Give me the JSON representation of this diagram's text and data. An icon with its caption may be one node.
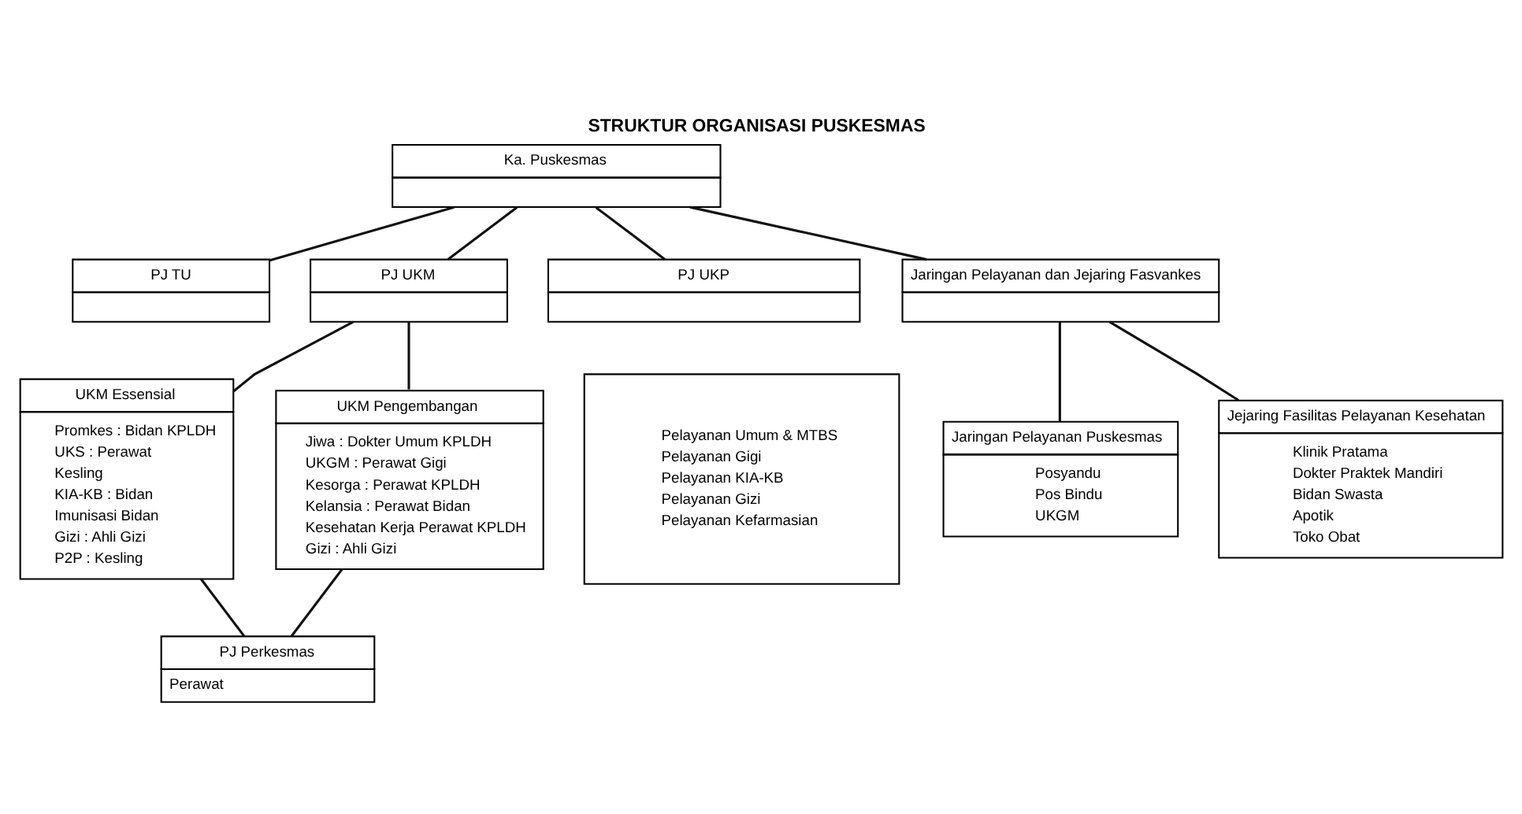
{
  "diagram": {
    "title": "STRUKTUR ORGANISASI PUSKESMAS",
    "nodes": [
      {
        "text": [
          "Ka. Puskesmas"
        ]
      },
      {
        "text": [
          "PJ TU"
        ]
      },
      {
        "text": [
          "PJ UKM"
        ]
      },
      {
        "text": [
          "PJ UKP"
        ]
      },
      {
        "text": [
          "Jaringan Pelayanan dan Jejaring Fasvankes"
        ]
      },
      {
        "text": [
          "UKM Essensial",
          "Promkes : Bidan KPLDH",
          "UKS : Perawat",
          "Kesling",
          "KIA-KB : Bidan",
          "Imunisasi Bidan",
          "Gizi : Ahli Gizi",
          "P2P : Kesling"
        ]
      },
      {
        "text": [
          "UKM Pengembangan",
          "Jiwa : Dokter Umum KPLDH",
          "UKGM : Perawat Gigi",
          "Kesorga : Perawat KPLDH",
          "Kelansia : Perawat Bidan",
          "Kesehatan Kerja Perawat KPLDH",
          "Gizi : Ahli Gizi"
        ]
      },
      {
        "text": [
          "Pelayanan Umum & MTBS",
          "Pelayanan Gigi",
          "Pelayanan KIA-KB",
          "Pelayanan Gizi",
          "Pelayanan Kefarmasian"
        ]
      },
      {
        "text": [
          "Jaringan Pelayanan Puskesmas",
          "Posyandu",
          "Pos Bindu",
          "UKGM"
        ]
      },
      {
        "text": [
          "Jejaring Fasilitas Pelayanan Kesehatan",
          "Klinik Pratama",
          "Dokter Praktek Mandiri",
          "Bidan Swasta",
          "Apotik",
          "Toko Obat"
        ]
      },
      {
        "text": [
          "PJ Perkesmas",
          "Perawat"
        ]
      }
    ],
    "edges": [
      {
        "from": 0,
        "to": 1,
        "arrow": "none"
      },
      {
        "from": 0,
        "to": 2,
        "arrow": "none"
      },
      {
        "from": 0,
        "to": 3,
        "arrow": "none"
      },
      {
        "from": 0,
        "to": 4,
        "arrow": "none"
      },
      {
        "from": 2,
        "to": 5,
        "arrow": "none"
      },
      {
        "from": 2,
        "to": 6,
        "arrow": "none"
      },
      {
        "from": 4,
        "to": 8,
        "arrow": "none"
      },
      {
        "from": 4,
        "to": 9,
        "arrow": "none"
      },
      {
        "from": 5,
        "to": 10,
        "arrow": "none"
      },
      {
        "from": 6,
        "to": 10,
        "arrow": "none"
      }
    ]
  }
}
